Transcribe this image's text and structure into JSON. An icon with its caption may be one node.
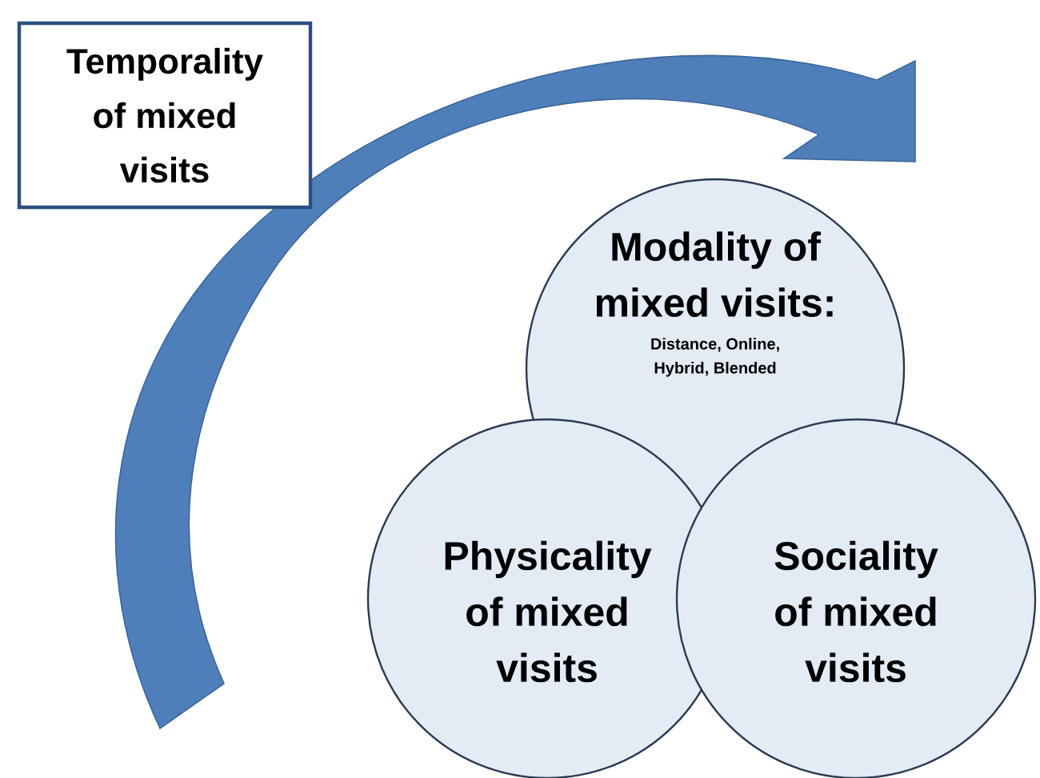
{
  "diagram": {
    "nodes": [
      {
        "text": [
          "Temporality of mixed visits"
        ]
      },
      {
        "text": [
          "Modality of mixed visits:",
          "Distance, Online, Hybrid, Blended"
        ]
      },
      {
        "text": [
          "Physicality of mixed visits"
        ]
      },
      {
        "text": [
          "Sociality of mixed visits"
        ]
      }
    ],
    "edges": [
      {
        "from": 0,
        "to": 1,
        "arrow": "to",
        "style": "thick"
      }
    ]
  }
}
